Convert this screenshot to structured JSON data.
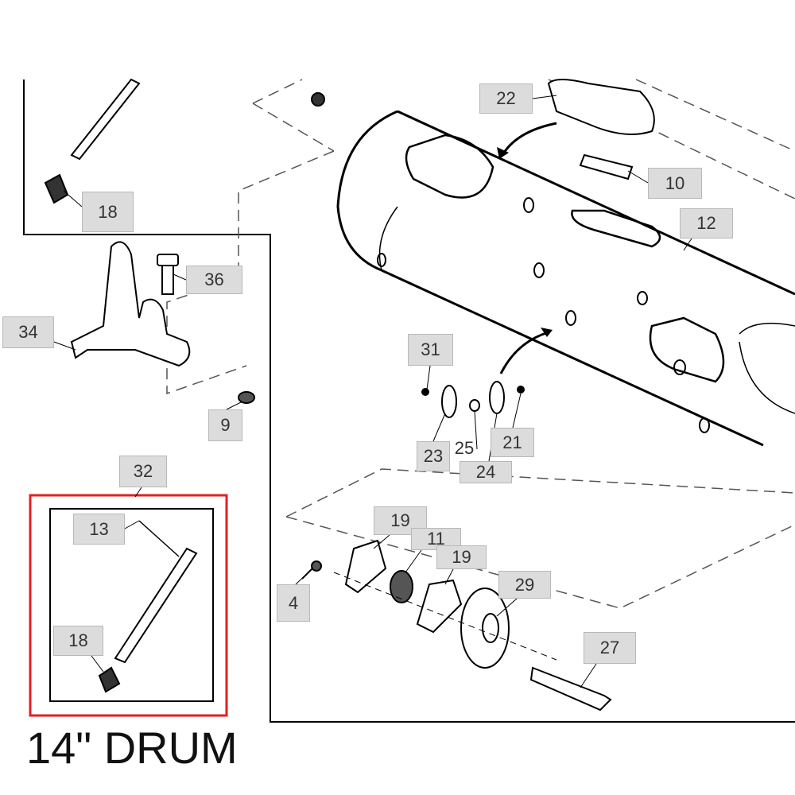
{
  "diagram": {
    "caption": "14\" DRUM",
    "callouts": {
      "c22": "22",
      "c10": "10",
      "c12": "12",
      "c18_top": "18",
      "c36": "36",
      "c34": "34",
      "c9": "9",
      "c31": "31",
      "c23": "23",
      "c25": "25",
      "c24": "24",
      "c21": "21",
      "c32": "32",
      "c13": "13",
      "c18_inset": "18",
      "c19_a": "19",
      "c11": "11",
      "c19_b": "19",
      "c4": "4",
      "c29": "29",
      "c27": "27"
    },
    "colors": {
      "highlight": "#e02020",
      "callout_bg": "#dcdcdc"
    }
  }
}
